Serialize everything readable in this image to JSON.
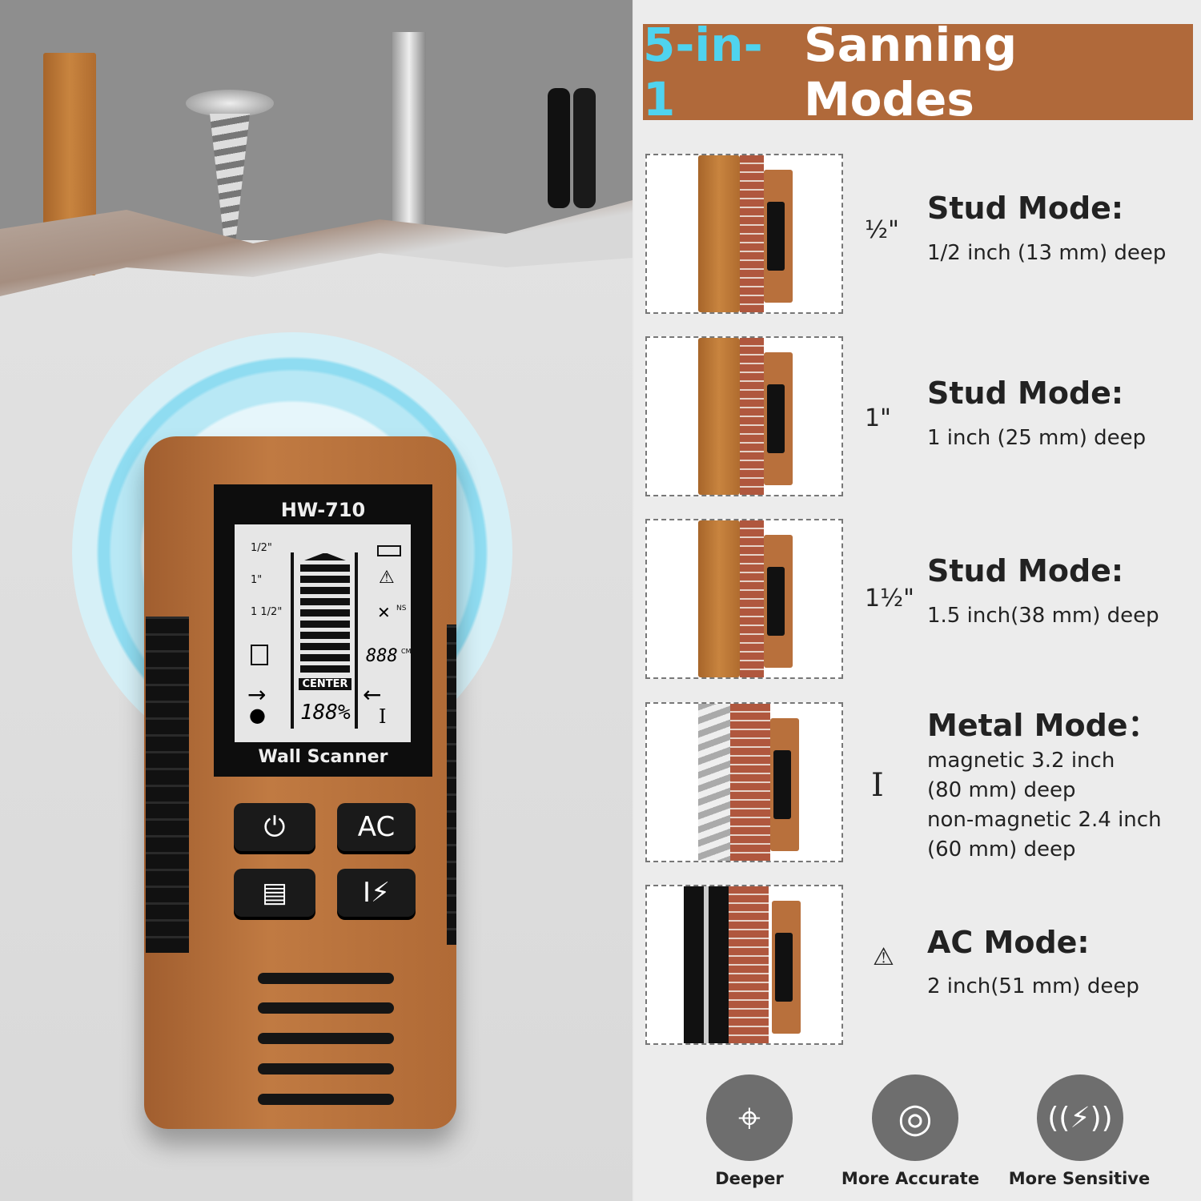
{
  "title": {
    "highlight": "5-in-1",
    "rest": "Sanning Modes"
  },
  "device": {
    "model": "HW-710",
    "name": "Wall Scanner",
    "lcd_center": "CENTER",
    "lcd_percent": "188%",
    "lcd_distance": "888",
    "lcd_unit": "CM",
    "lcd_ns": "NS",
    "lcd_depths": [
      "1/2\"",
      "1\"",
      "1 1/2\""
    ],
    "btn_ac": "AC"
  },
  "modes": [
    {
      "icon": "stud-half-inch-icon",
      "icon_text": "½\"",
      "title": "Stud Mode:",
      "desc": [
        "1/2 inch (13 mm) deep"
      ]
    },
    {
      "icon": "stud-one-inch-icon",
      "icon_text": "1\"",
      "title": "Stud Mode:",
      "desc": [
        "1 inch (25 mm) deep"
      ]
    },
    {
      "icon": "stud-one-half-inch-icon",
      "icon_text": "1½\"",
      "title": "Stud Mode:",
      "desc": [
        "1.5 inch(38 mm) deep"
      ]
    },
    {
      "icon": "metal-beam-icon",
      "icon_text": "I",
      "title": "Metal Mode：",
      "desc": [
        "magnetic 3.2 inch",
        "(80 mm) deep",
        "non-magnetic  2.4 inch",
        "(60 mm) deep"
      ]
    },
    {
      "icon": "ac-warning-icon",
      "icon_text": "⚠",
      "title": "AC Mode:",
      "desc": [
        "2 inch(51 mm) deep"
      ]
    }
  ],
  "features": [
    {
      "icon": "crosshair-icon",
      "label": "Deeper"
    },
    {
      "icon": "target-arrow-icon",
      "label": "More Accurate"
    },
    {
      "icon": "wireless-signal-icon",
      "label": "More Sensitive"
    }
  ],
  "colors": {
    "brand": "#b0693a",
    "accent": "#4fd3ef"
  }
}
